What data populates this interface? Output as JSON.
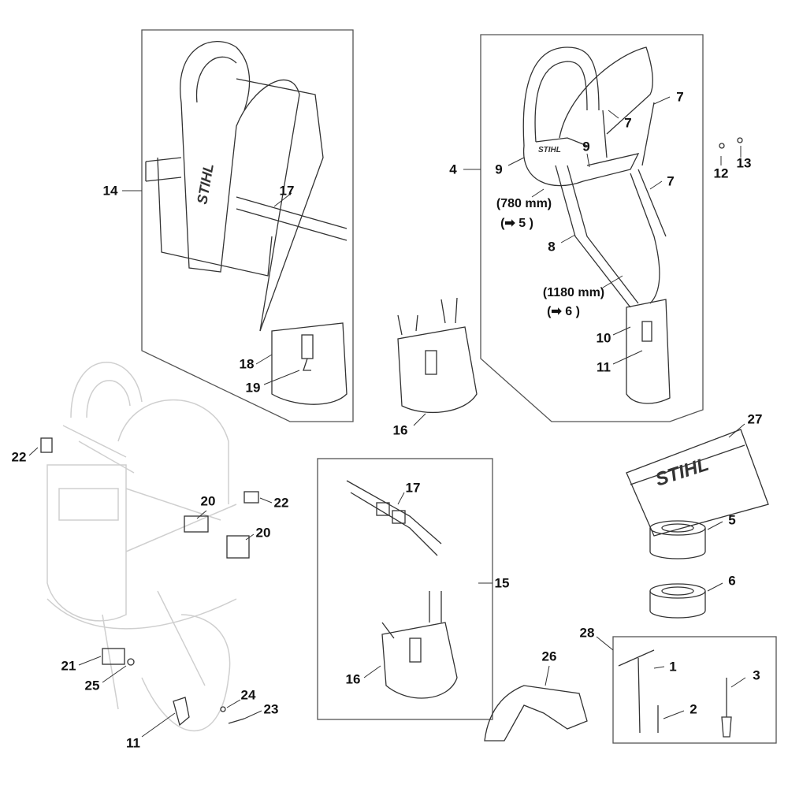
{
  "brand": "STIHL",
  "colors": {
    "line": "#333333",
    "faded": "#c8c8c8",
    "label": "#111111"
  },
  "labels": {
    "l14": "14",
    "l17a": "17",
    "l18": "18",
    "l19": "19",
    "l16a": "16",
    "l4": "4",
    "l9a": "9",
    "l9b": "9",
    "l7a": "7",
    "l7b": "7",
    "l7c": "7",
    "l12": "12",
    "l13": "13",
    "len780": "(780 mm)",
    "ref5": "(➡  5  )",
    "l8": "8",
    "len1180": "(1180 mm)",
    "ref6": "(➡  6  )",
    "l10": "10",
    "l11a": "11",
    "l27": "27",
    "l22a": "22",
    "l22b": "22",
    "l20a": "20",
    "l20b": "20",
    "l17b": "17",
    "l15": "15",
    "l5": "5",
    "l6": "6",
    "l28": "28",
    "l1": "1",
    "l3": "3",
    "l2": "2",
    "l26": "26",
    "l16b": "16",
    "l21": "21",
    "l25": "25",
    "l24": "24",
    "l23": "23",
    "l11b": "11"
  }
}
